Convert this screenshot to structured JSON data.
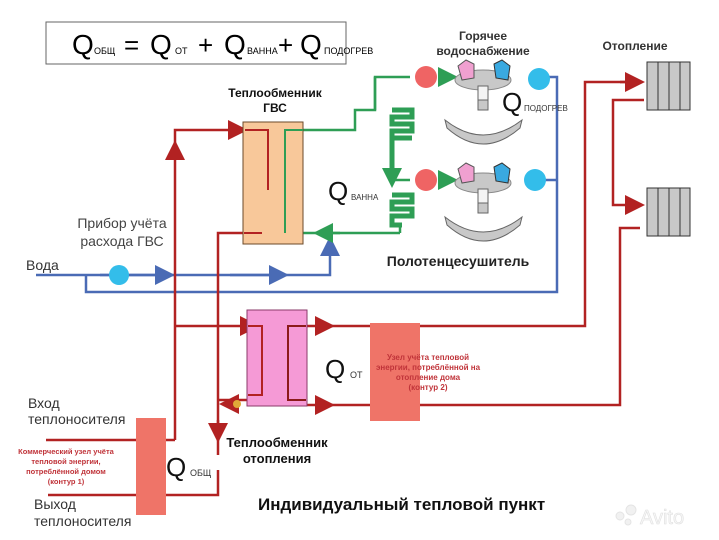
{
  "formula": {
    "q_total": "Q",
    "q_total_sub": "ОБЩ",
    "equals": "=",
    "q_heat": "Q",
    "q_heat_sub": "ОТ",
    "plus1": "+",
    "q_bath": "Q",
    "q_bath_sub": "ВАННА",
    "plus2": "+",
    "q_preheat": "Q",
    "q_preheat_sub": "ПОДОГРЕВ"
  },
  "labels": {
    "hot_water_line1": "Горячее",
    "hot_water_line2": "водоснабжение",
    "heating": "Отопление",
    "dhw_exchanger_line1": "Теплообменник",
    "dhw_exchanger_line2": "ГВС",
    "dhw_meter_line1": "Прибор учёта",
    "dhw_meter_line2": "расхода ГВС",
    "water": "Вода",
    "towel_dryer": "Полотенцесушитель",
    "heating_exchanger_line1": "Теплообменник",
    "heating_exchanger_line2": "отопления",
    "coolant_in_line1": "Вход",
    "coolant_in_line2": "теплоносителя",
    "coolant_out_line1": "Выход",
    "coolant_out_line2": "теплоносителя",
    "commercial_node": [
      "Коммерческий узел учёта",
      "тепловой энергии,",
      "потреблённой домом",
      "(контур 1)"
    ],
    "heating_node": [
      "Узел учёта тепловой",
      "энергии, потреблённой на",
      "отопление дома",
      "(контур 2)"
    ],
    "q_preheat": "Q",
    "q_preheat_sub": "ПОДОГРЕВ",
    "q_bath": "Q",
    "q_bath_sub": "ВАННА",
    "q_heat": "Q",
    "q_heat_sub": "ОТ",
    "q_total": "Q",
    "q_total_sub": "ОБЩ",
    "title": "Индивидуальный тепловой пункт",
    "watermark": "Avito"
  },
  "colors": {
    "heating_pipe": "#b22222",
    "dhw_pipe": "#2e9e55",
    "cold_pipe": "#4a6bb5",
    "dhw_exchanger": "#f8c89a",
    "heating_exchanger": "#f59ad6",
    "meter_block": "#ef7468",
    "red_sensor": "#ef6464",
    "blue_sensor": "#33bdea",
    "radiator": "#c8c8c8",
    "node_text": "#c0343a"
  }
}
